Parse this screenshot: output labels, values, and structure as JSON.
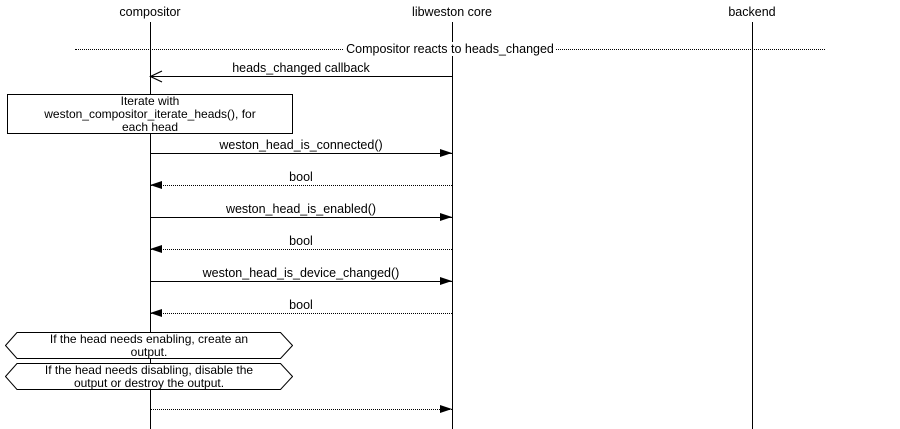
{
  "diagram_title": "Compositor reacts to heads_changed",
  "colors": {
    "line": "#000000",
    "text": "#000000",
    "background": "#ffffff"
  },
  "actors": [
    {
      "label": "compositor"
    },
    {
      "label": "libweston core"
    },
    {
      "label": "backend"
    }
  ],
  "divider": {
    "label": "Compositor reacts to heads_changed"
  },
  "messages": [
    {
      "label": "heads_changed callback",
      "from": "libweston core",
      "to": "compositor",
      "line": "solid",
      "head": "open"
    },
    {
      "label": "weston_head_is_connected()",
      "from": "compositor",
      "to": "libweston core",
      "line": "solid",
      "head": "filled"
    },
    {
      "label": "bool",
      "from": "libweston core",
      "to": "compositor",
      "line": "dotted",
      "head": "filled"
    },
    {
      "label": "weston_head_is_enabled()",
      "from": "compositor",
      "to": "libweston core",
      "line": "solid",
      "head": "filled"
    },
    {
      "label": "bool",
      "from": "libweston core",
      "to": "compositor",
      "line": "dotted",
      "head": "filled"
    },
    {
      "label": "weston_head_is_device_changed()",
      "from": "compositor",
      "to": "libweston core",
      "line": "solid",
      "head": "filled"
    },
    {
      "label": "bool",
      "from": "libweston core",
      "to": "compositor",
      "line": "dotted",
      "head": "filled"
    },
    {
      "label": "",
      "from": "compositor",
      "to": "libweston core",
      "line": "dotted",
      "head": "filled"
    }
  ],
  "notes": {
    "iterate": {
      "lines": [
        "Iterate with",
        "weston_compositor_iterate_heads(), for",
        "each head"
      ]
    },
    "enabling": {
      "lines": [
        "If the head needs enabling, create an",
        "output."
      ]
    },
    "disabling": {
      "lines": [
        "If the head needs disabling, disable the",
        "output or destroy the output."
      ]
    }
  }
}
